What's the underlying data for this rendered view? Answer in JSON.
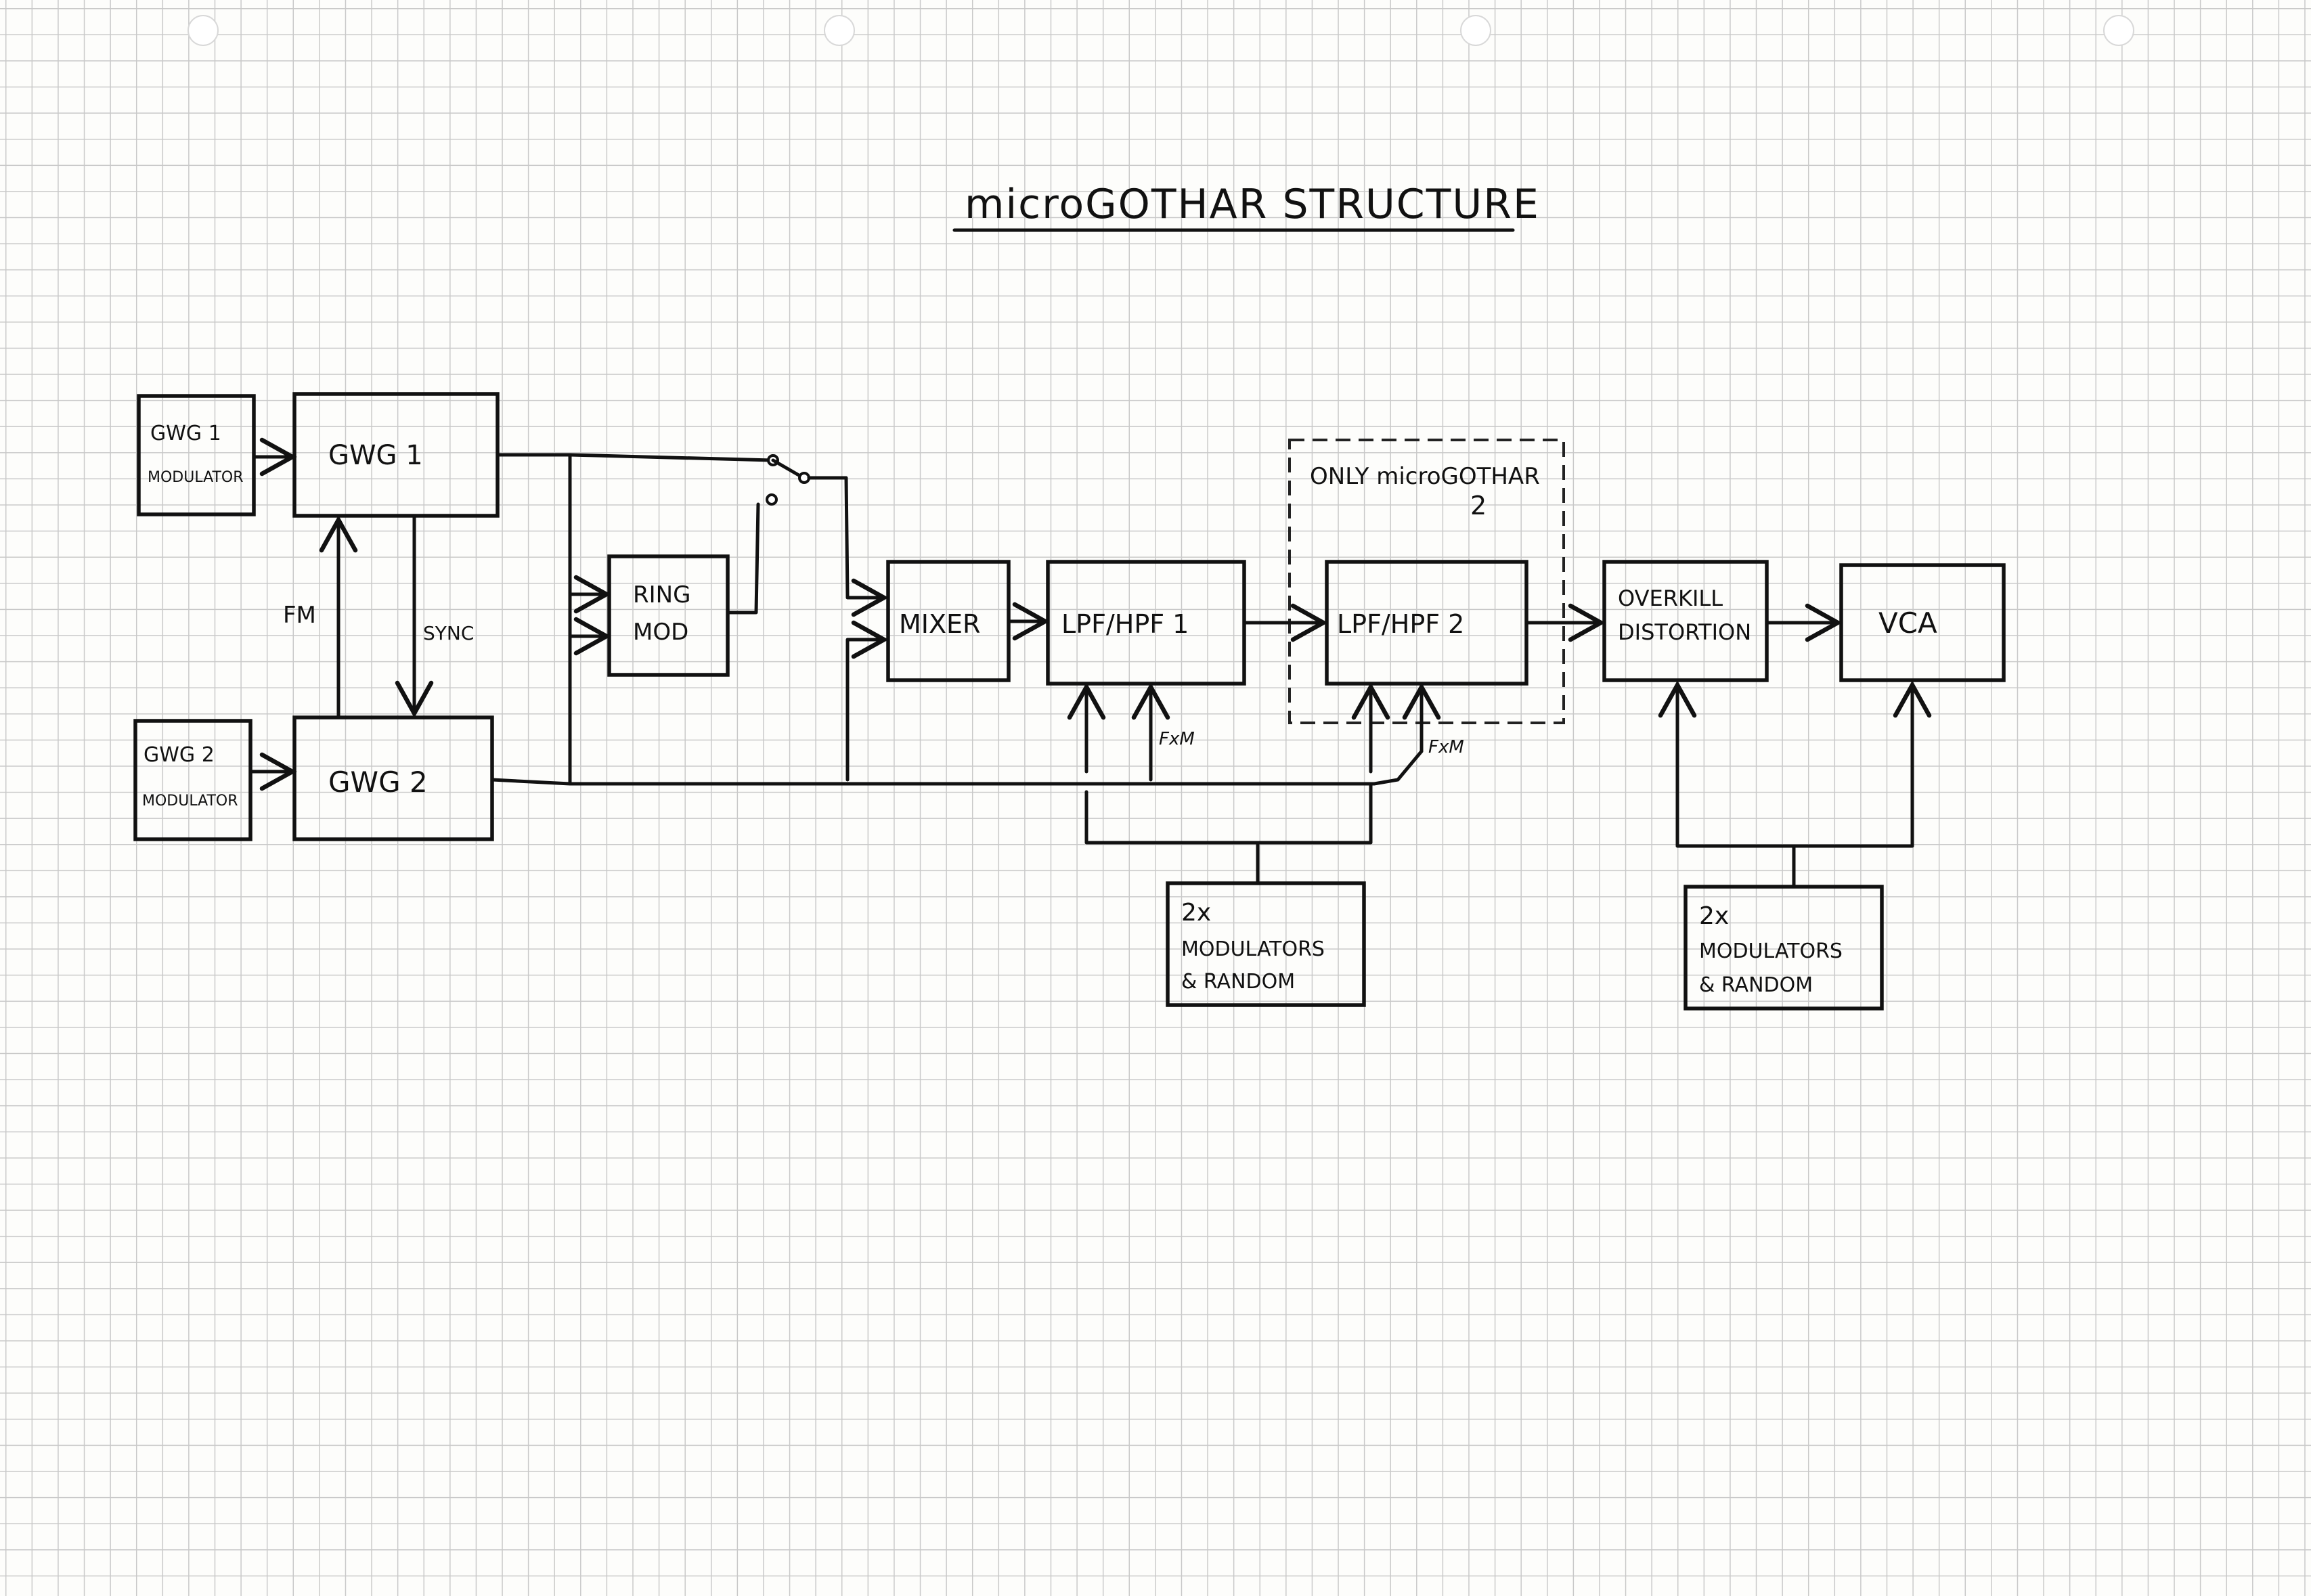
{
  "title": "microGOTHAR STRUCTURE",
  "blocks": {
    "gwg1_mod": [
      "GWG 1",
      "MODULATOR"
    ],
    "gwg1": "GWG 1",
    "gwg2_mod": [
      "GWG 2",
      "MODULATOR"
    ],
    "gwg2": "GWG 2",
    "ring_mod": [
      "RING",
      "MOD"
    ],
    "mixer": "MIXER",
    "lpf1": "LPF/HPF 1",
    "lpf2": "LPF/HPF 2",
    "overkill": [
      "OVERKILL",
      "DISTORTION"
    ],
    "vca": "VCA",
    "mod_rand_1": [
      "2x",
      "MODULATORS",
      "& RANDOM"
    ],
    "mod_rand_2": [
      "2x",
      "MODULATORS",
      "& RANDOM"
    ]
  },
  "labels": {
    "fm": "FM",
    "sync": "SYNC",
    "fxm_1": "FxM",
    "fxm_2": "FxM",
    "only_group": [
      "ONLY microGOTHAR",
      "2"
    ]
  }
}
